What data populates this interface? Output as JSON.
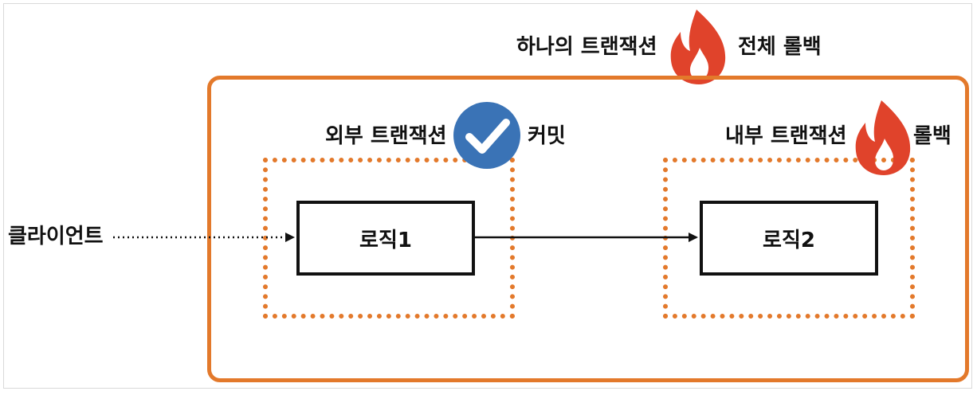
{
  "title": {
    "part1": "하나의 트랜잭션",
    "part2": "전체 롤백"
  },
  "outer_tx": {
    "label": "외부 트랜잭션",
    "status": "커밋",
    "logic": "로직1"
  },
  "inner_tx": {
    "label": "내부 트랜잭션",
    "status": "롤백",
    "logic": "로직2"
  },
  "client": {
    "label": "클라이언트"
  },
  "icons": {
    "title_icon": "fire-icon",
    "outer_icon": "check-circle-icon",
    "inner_icon": "fire-icon"
  },
  "colors": {
    "accent": "#e3792b",
    "fire": "#e0432b",
    "check": "#3a73b6"
  }
}
